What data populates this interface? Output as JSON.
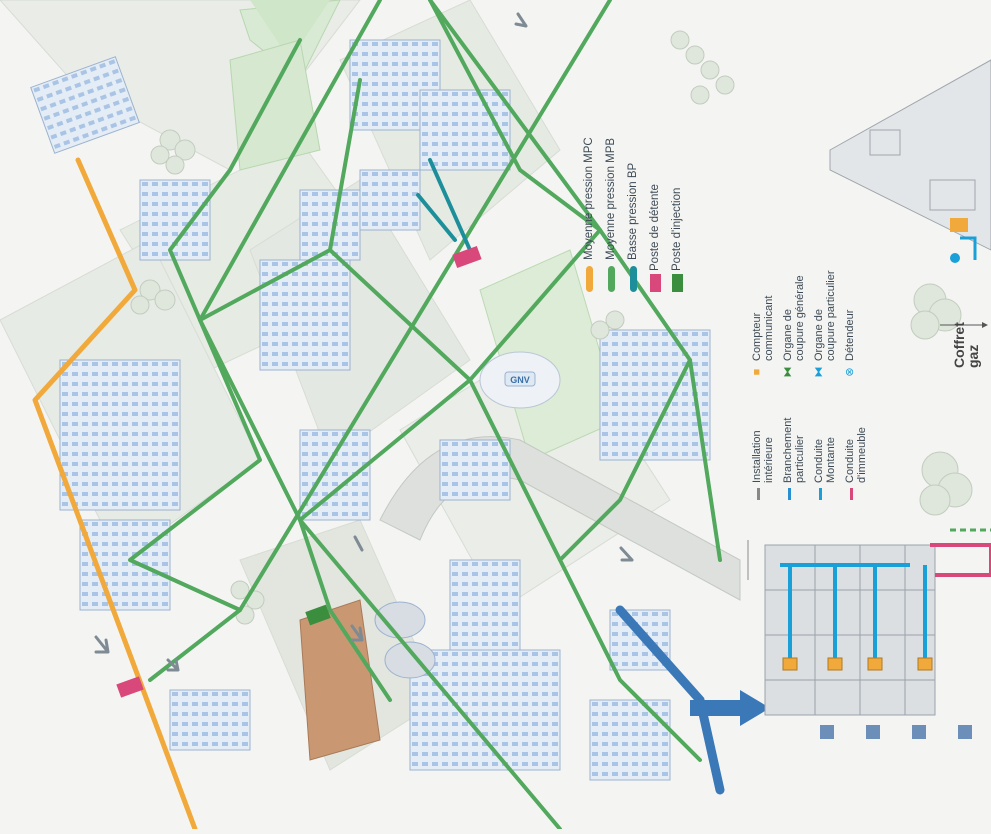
{
  "colors": {
    "mpc": "#f0a93a",
    "mpb": "#52a85d",
    "bp": "#1d8f9a",
    "poste_detente": "#d9487a",
    "poste_injection": "#3a8e3e",
    "compteur": "#f0a93a",
    "branchement": "#2a8fd0",
    "conduite_montante": "#1aa0d8",
    "conduite_immeuble": "#d9487a",
    "installation": "#888888"
  },
  "legend_network": {
    "mpc_label": "Moyenne pression MPC",
    "mpb_label": "Moyenne pression MPB",
    "bp_label": "Basse pression BP",
    "detente_label": "Poste de détente",
    "injection_label": "Poste d'injection"
  },
  "legend_pipes": {
    "installation_line1": "Installation",
    "installation_line2": "intérieure",
    "branchement_line1": "Branchement",
    "branchement_line2": "particulier",
    "montante_line1": "Conduite",
    "montante_line2": "Montante",
    "immeuble_line1": "Conduite",
    "immeuble_line2": "d'immeuble"
  },
  "legend_devices": {
    "compteur_line1": "Compteur",
    "compteur_line2": "communicant",
    "organe_generale_line1": "Organe de",
    "organe_generale_line2": "coupure générale",
    "organe_particulier_line1": "Organe de",
    "organe_particulier_line2": "coupure particulier",
    "detendeur_label": "Détendeur"
  },
  "coffret": {
    "line1": "Coffret",
    "line2": "gaz"
  },
  "gnv_label": "GNV"
}
